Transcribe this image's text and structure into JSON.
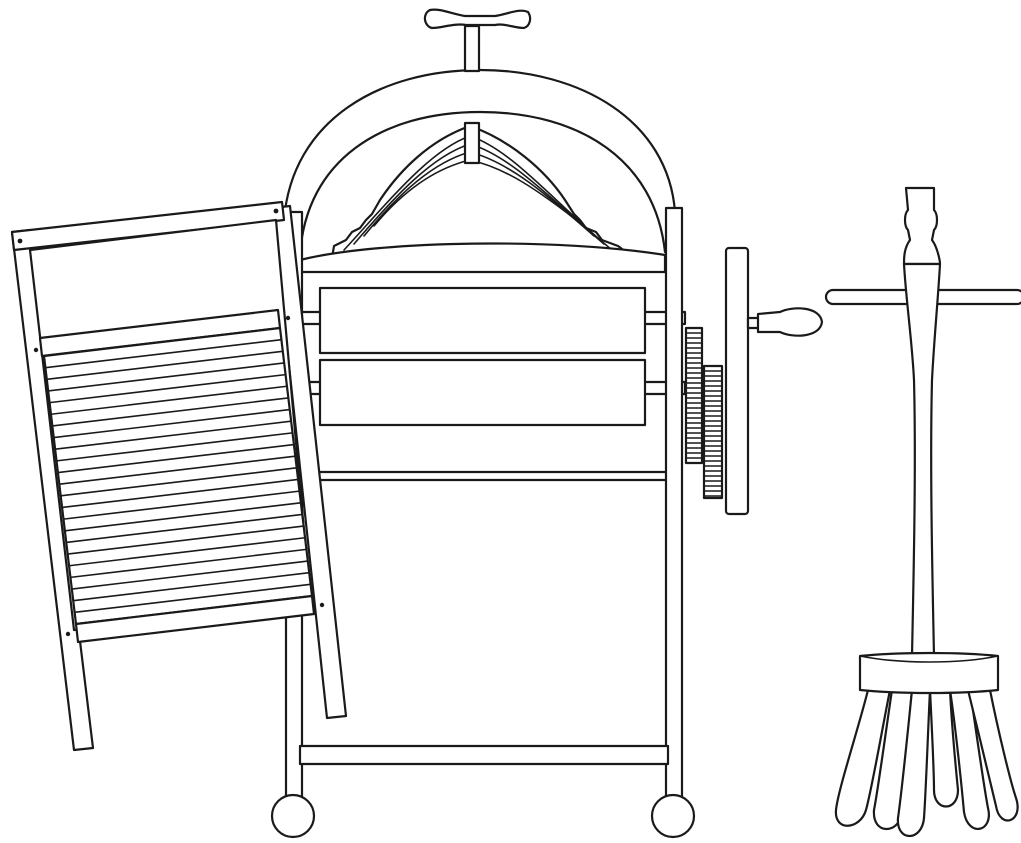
{
  "scene": {
    "background_color": "#ffffff",
    "line_color": "#1a1a1a",
    "objects": [
      "washboard",
      "mangle",
      "dolly-stick"
    ],
    "washboard": {
      "ridge_count": 22
    }
  }
}
